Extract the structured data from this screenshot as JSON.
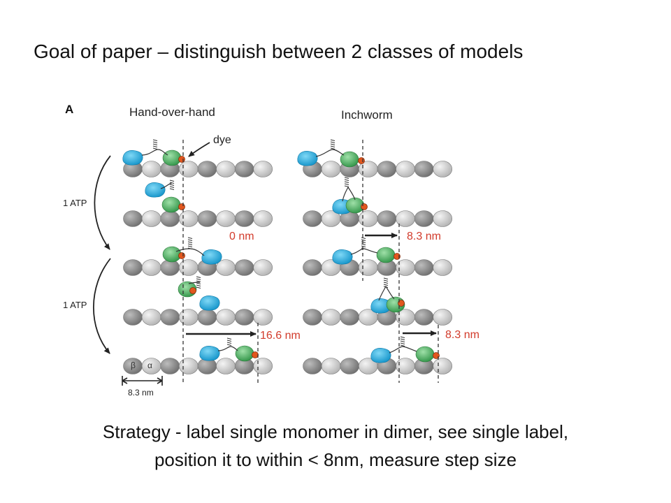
{
  "title": "Goal of paper – distinguish between 2 classes of models",
  "figure": {
    "panel_letter": "A",
    "hand_over_hand": "Hand-over-hand",
    "inchworm": "Inchworm",
    "dye": "dye",
    "atp_top": "1 ATP",
    "atp_bottom": "1 ATP",
    "hoh_step1": "0 nm",
    "hoh_step2": "16.6 nm",
    "inch_step1": "8.3 nm",
    "inch_step2": "8.3 nm",
    "beta": "β",
    "alpha": "α",
    "scale": "8.3 nm",
    "colors": {
      "blue_head": "#1aa7dc",
      "green_head": "#3fae59",
      "dye": "#e2571e",
      "red_text": "#d23b2b",
      "dark_tubulin": "#7f7f7f",
      "light_tubulin": "#c9c9c9"
    }
  },
  "strategy": {
    "line1": "Strategy - label single monomer in dimer, see single label,",
    "line2": "position it to within < 8nm, measure step size"
  }
}
